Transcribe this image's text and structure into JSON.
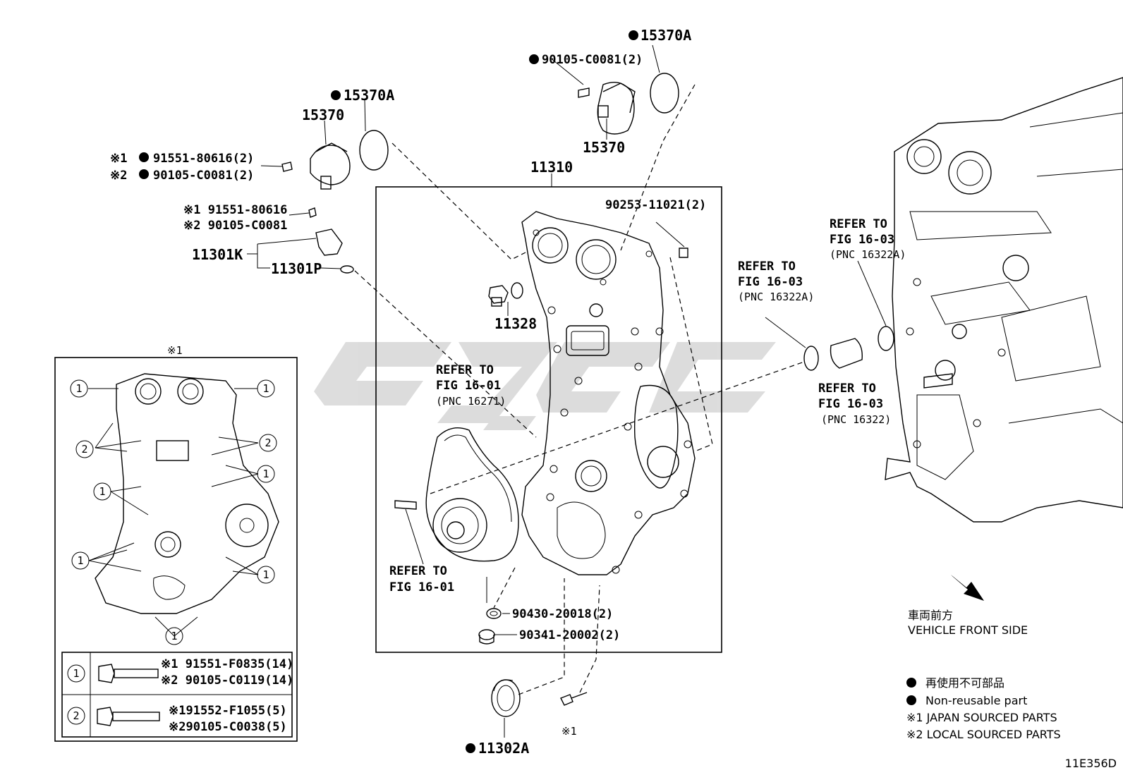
{
  "diagram_id": "11E356D",
  "callouts": {
    "gasket_top": "15370A",
    "bolt_top": "90105-C0081(2)",
    "actuator_top": "15370",
    "gasket_left": "15370A",
    "actuator_left": "15370",
    "bolt_left_1_mark": "※1",
    "bolt_left_1": "91551-80616(2)",
    "bolt_left_2_mark": "※2",
    "bolt_left_2": "90105-C0081(2)",
    "sensor_bolt_1": "※1 91551-80616",
    "sensor_bolt_2": "※2 90105-C0081",
    "sensor_k": "11301K",
    "sensor_p": "11301P",
    "cover": "11310",
    "plug_11328": "11328",
    "stud": "90253-11021(2)",
    "refer_pump_1": "REFER TO",
    "refer_pump_2": "FIG 16-01",
    "refer_pump_3": "(PNC 16271)",
    "refer_pump_b1": "REFER TO",
    "refer_pump_b2": "FIG 16-01",
    "refer_a_1": "REFER TO",
    "refer_a_2": "FIG 16-03",
    "refer_a_3": "(PNC 16322A)",
    "refer_b_1": "REFER TO",
    "refer_b_2": "FIG 16-03",
    "refer_b_3": "(PNC 16322A)",
    "refer_c_1": "REFER TO",
    "refer_c_2": "FIG 16-03",
    "refer_c_3": "(PNC 16322)",
    "washer": "90430-20018(2)",
    "plug": "90341-20002(2)",
    "seal": "11302A",
    "bottom_bolt_mark": "※1"
  },
  "inset": {
    "title": "※1",
    "bolt1_id": "1",
    "bolt2_id": "2",
    "row1_a": "※1 91551-F0835(14)",
    "row1_b": "※2 90105-C0119(14)",
    "row2_a": "※191552-F1055(5)",
    "row2_b": "※290105-C0038(5)"
  },
  "direction": {
    "jp": "車両前方",
    "en": "VEHICLE FRONT SIDE"
  },
  "legend": {
    "nonreuse_jp": "再使用不可部品",
    "nonreuse_en": "Non-reusable part",
    "jp_sourced": "※1 JAPAN SOURCED PARTS",
    "local_sourced": "※2 LOCAL SOURCED PARTS"
  },
  "colors": {
    "ink": "#000000",
    "watermark": "#cfcfcf"
  }
}
